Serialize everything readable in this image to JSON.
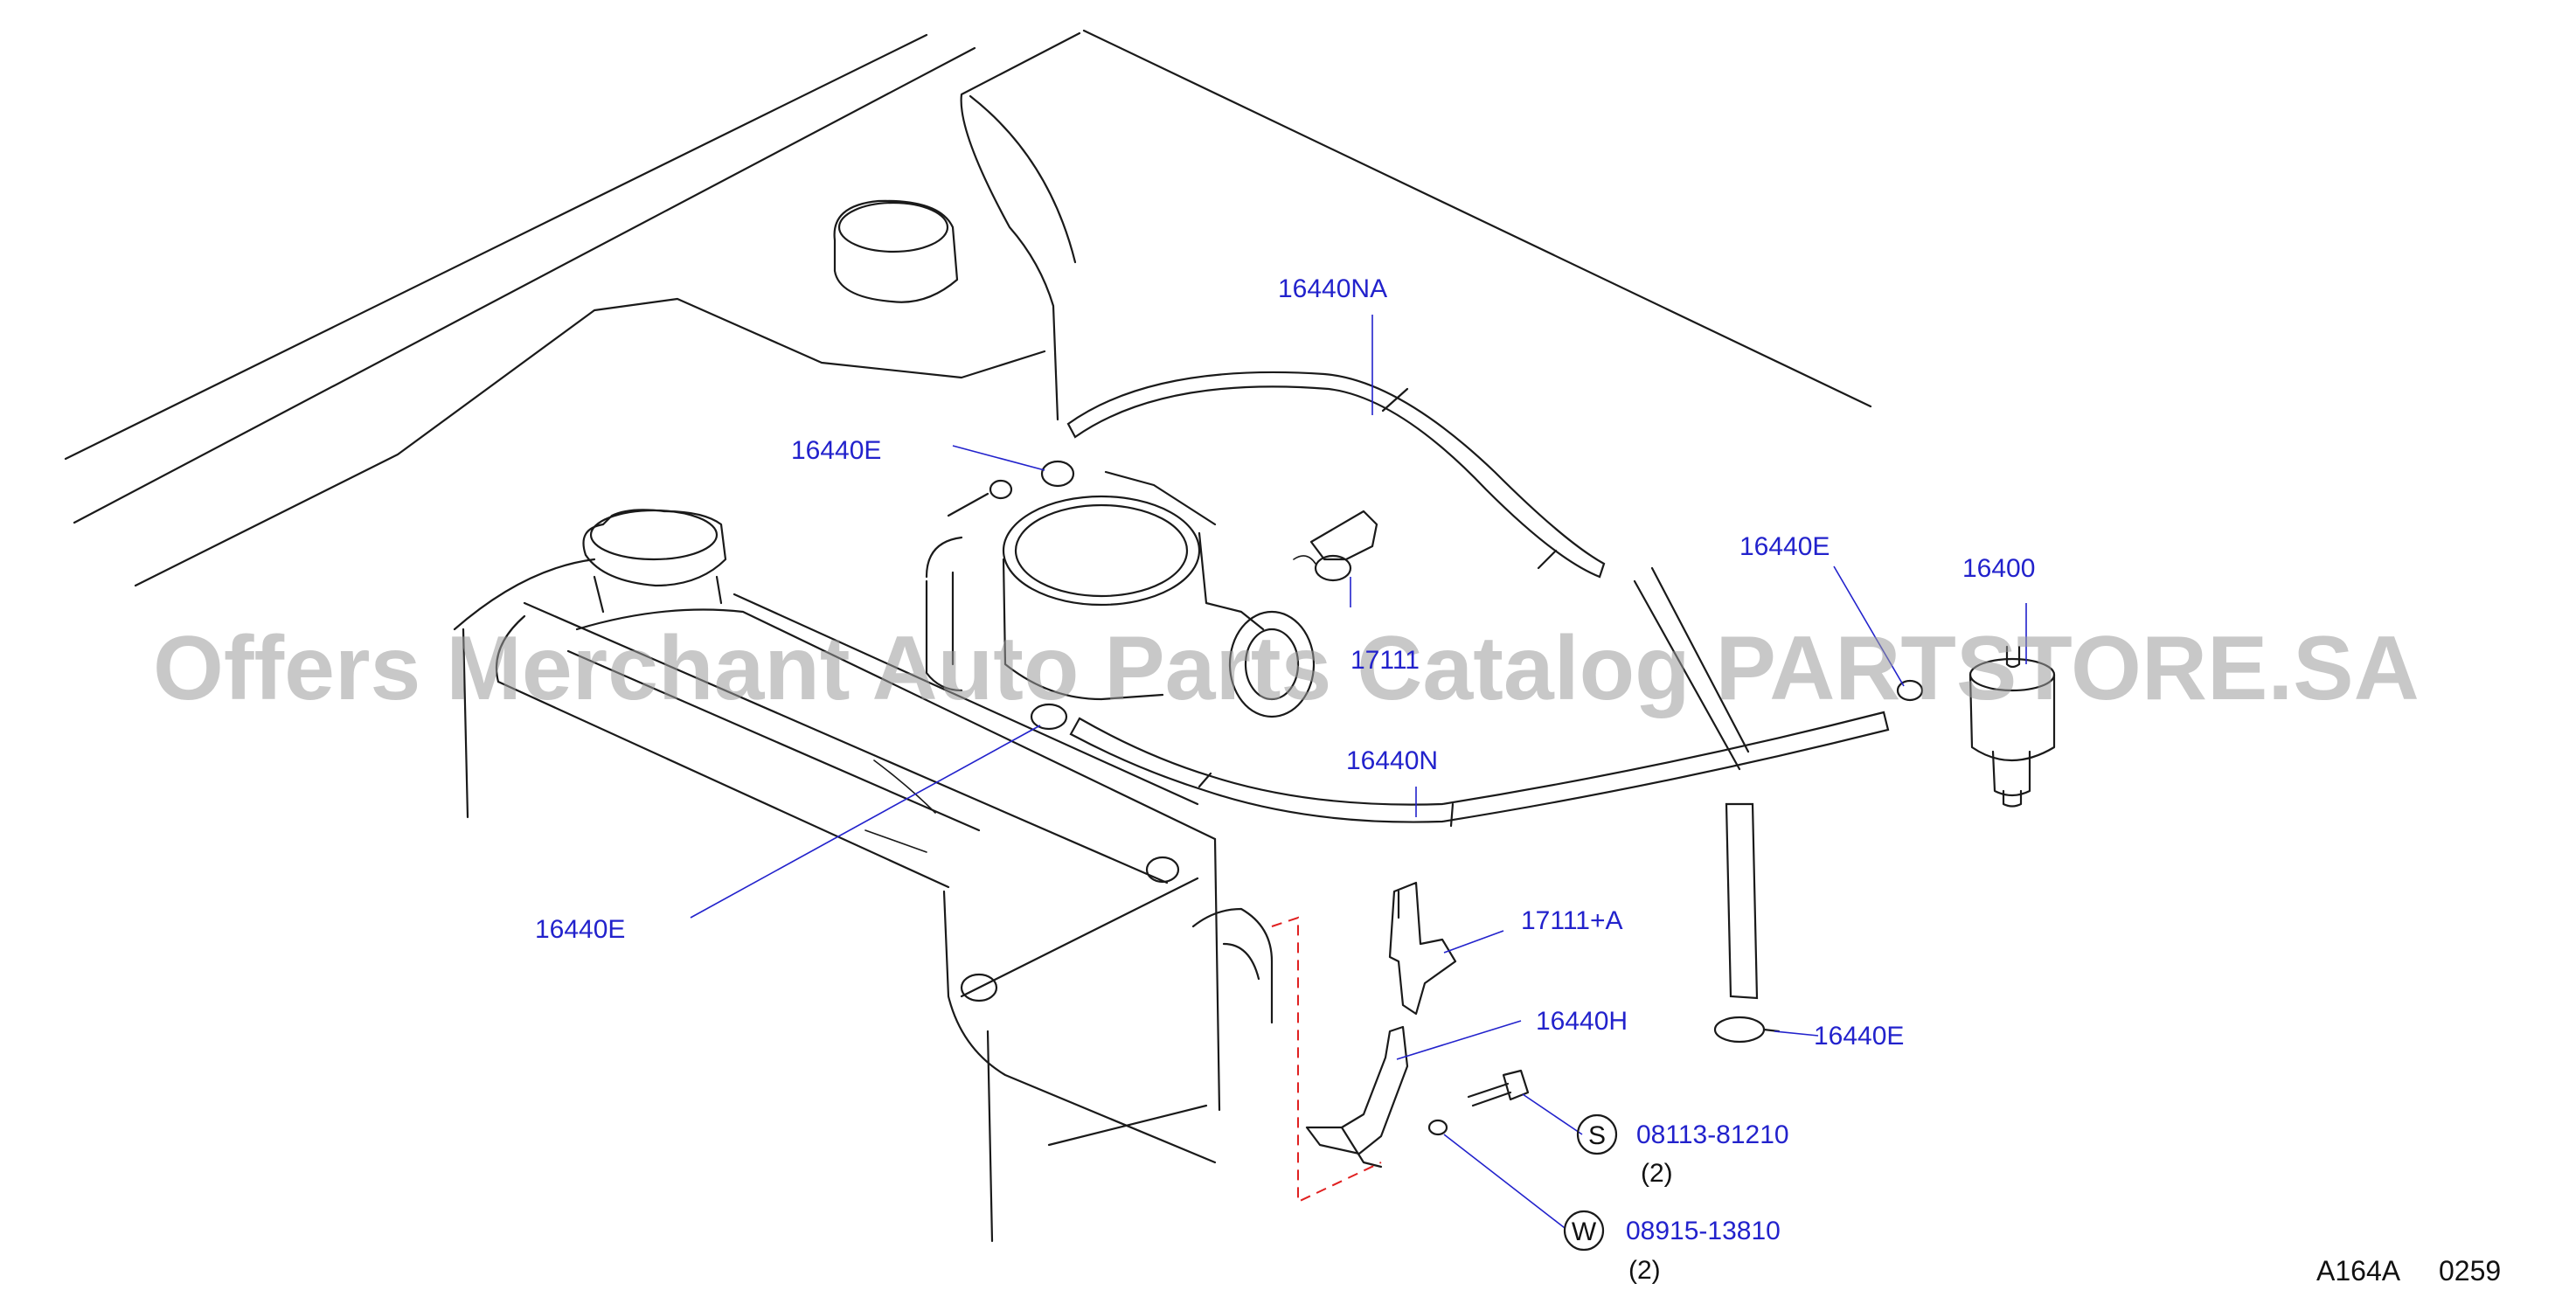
{
  "watermark": "Offers Merchant Auto Parts Catalog PARTSTORE.SA",
  "diagram_code": "A164A",
  "diagram_number": "0259",
  "callouts": [
    {
      "id": "c1",
      "text": "16440NA"
    },
    {
      "id": "c2",
      "text": "16440E"
    },
    {
      "id": "c3",
      "text": "16440E"
    },
    {
      "id": "c4",
      "text": "16400"
    },
    {
      "id": "c5",
      "text": "17111"
    },
    {
      "id": "c6",
      "text": "16440N"
    },
    {
      "id": "c7",
      "text": "16440E"
    },
    {
      "id": "c8",
      "text": "17111+A"
    },
    {
      "id": "c9",
      "text": "16440H"
    },
    {
      "id": "c10",
      "text": "16440E"
    },
    {
      "id": "c11",
      "text": "08113-81210"
    },
    {
      "id": "c12",
      "text": "08915-13810"
    }
  ],
  "quantities": [
    {
      "id": "q1",
      "text": "(2)"
    },
    {
      "id": "q2",
      "text": "(2)"
    }
  ],
  "symbols": [
    {
      "id": "s1",
      "text": "S"
    },
    {
      "id": "s2",
      "text": "W"
    }
  ]
}
